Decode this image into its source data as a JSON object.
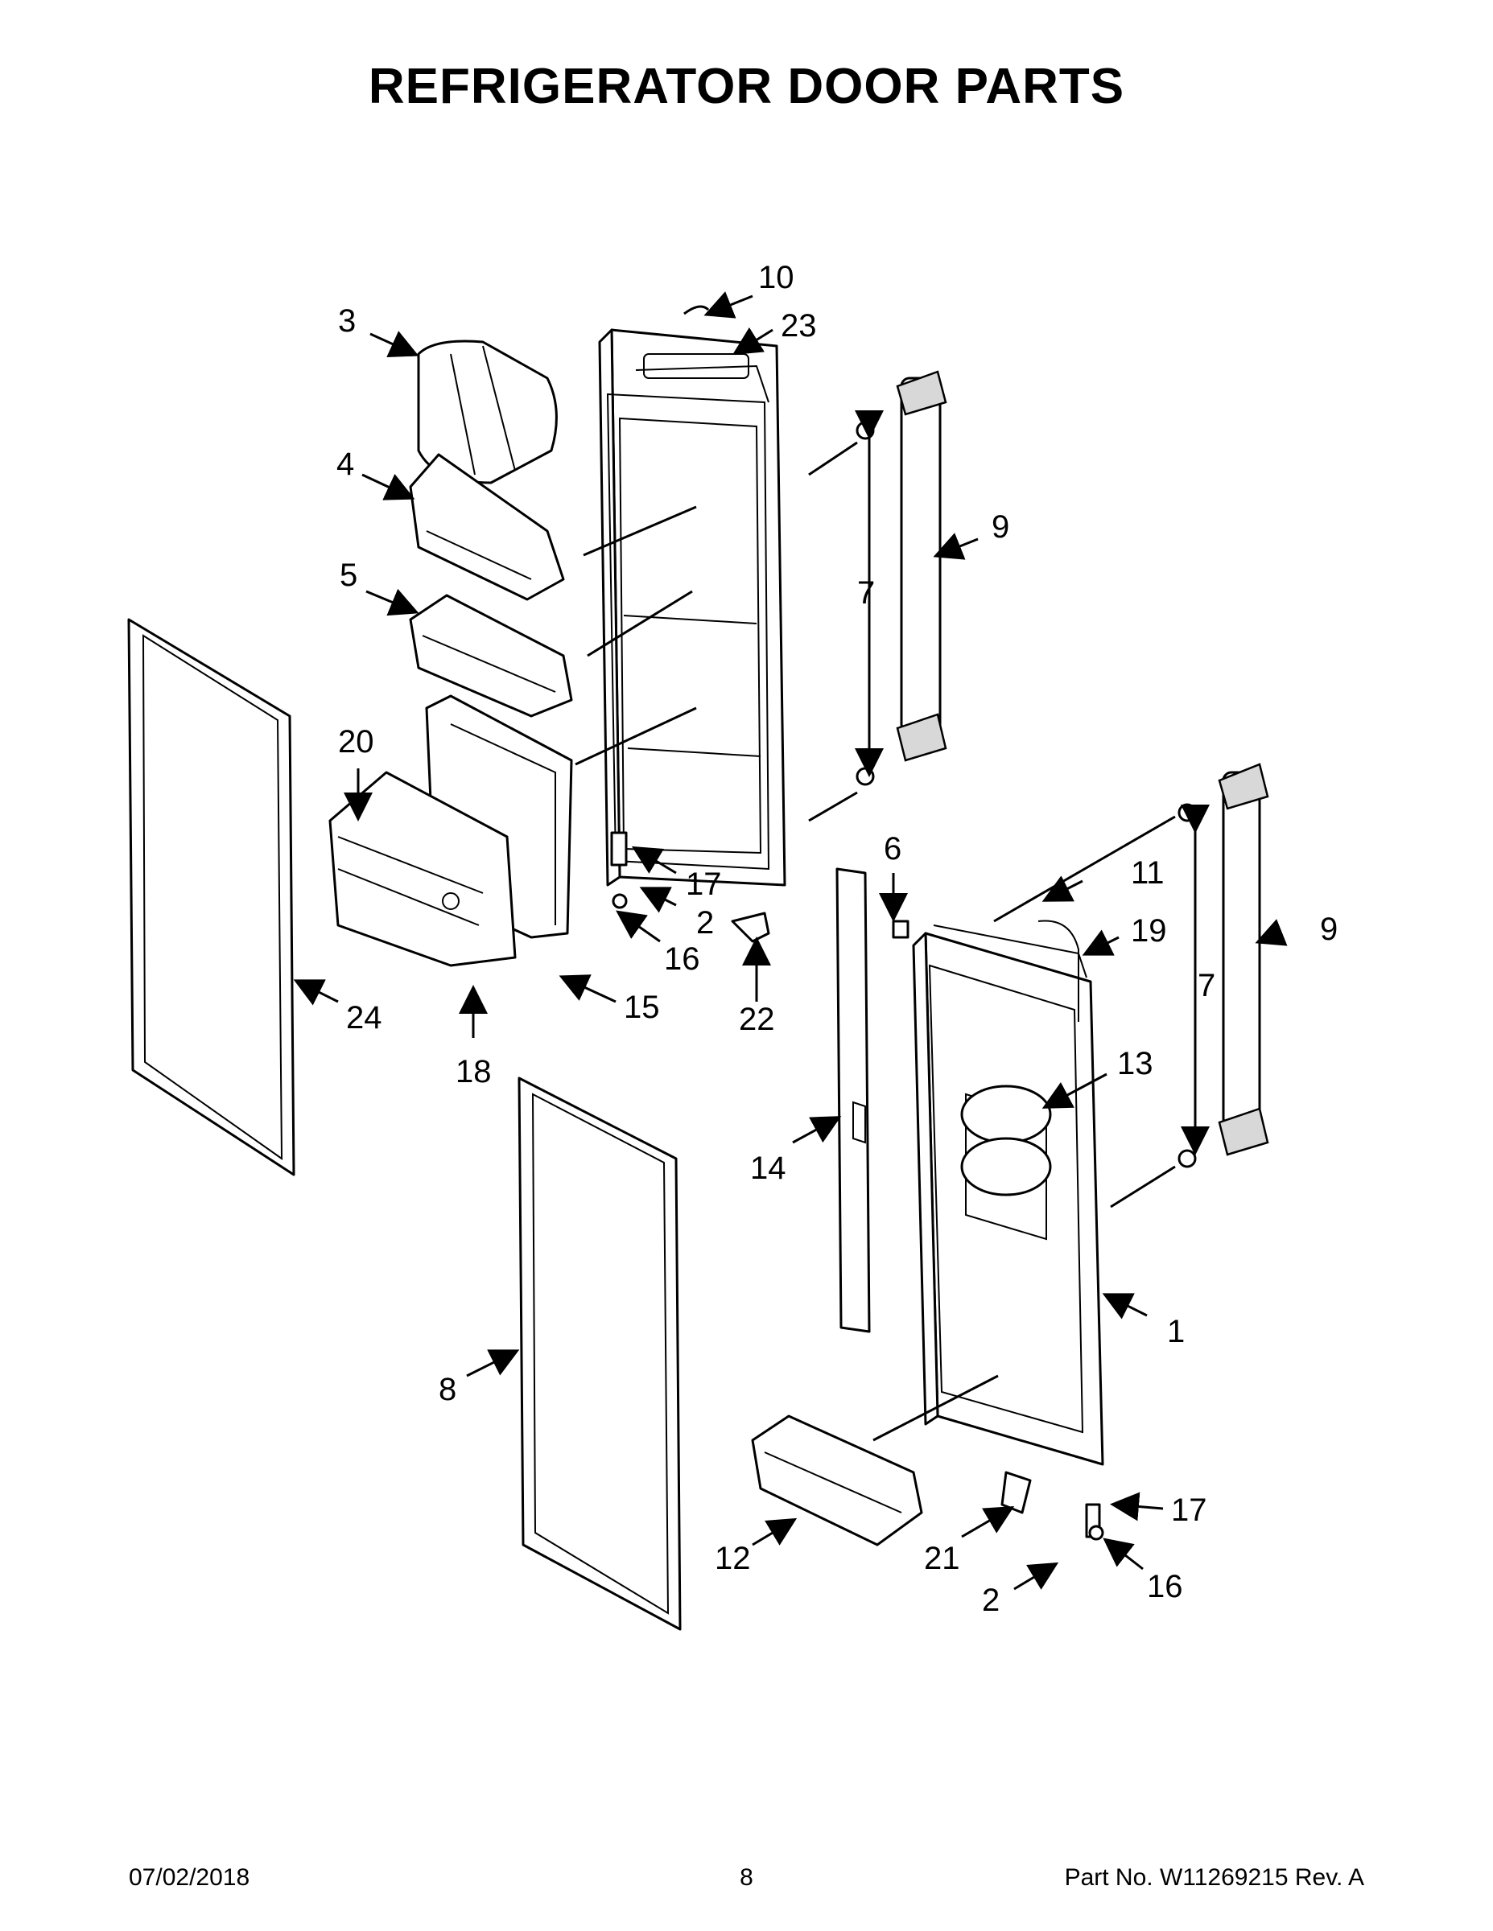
{
  "page": {
    "title": "REFRIGERATOR DOOR PARTS",
    "footer": {
      "date": "07/02/2018",
      "page_number": "8",
      "part_number": "Part No.  W11269215  Rev.  A"
    }
  },
  "callouts": [
    "10",
    "23",
    "3",
    "4",
    "5",
    "9",
    "7",
    "20",
    "6",
    "11",
    "19",
    "9",
    "7",
    "17",
    "2",
    "16",
    "22",
    "24",
    "15",
    "18",
    "13",
    "14",
    "1",
    "8",
    "17",
    "12",
    "21",
    "16",
    "2"
  ]
}
